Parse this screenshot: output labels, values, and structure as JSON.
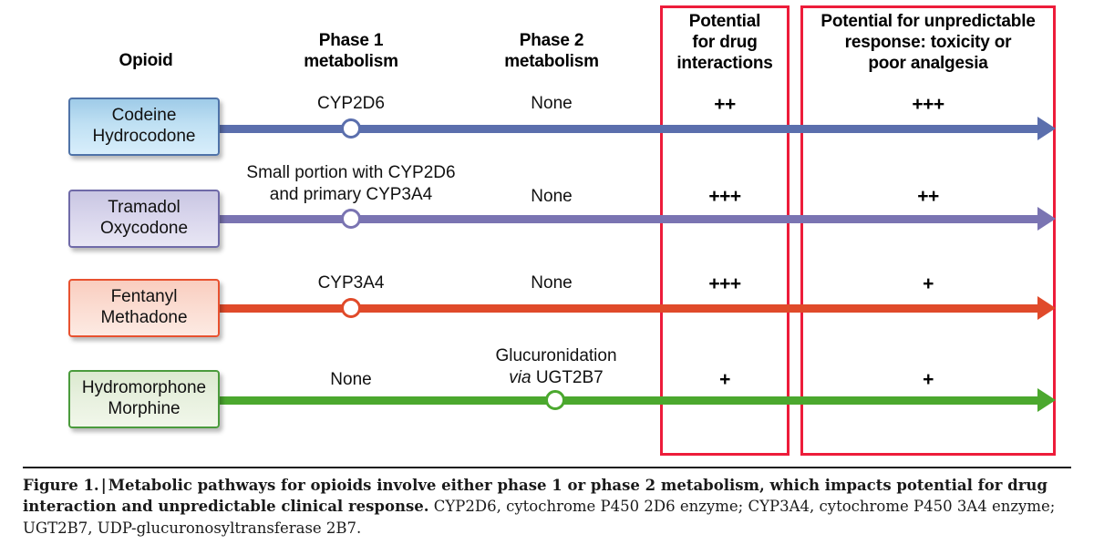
{
  "figure": {
    "columns": [
      {
        "id": "opioid",
        "lines": [
          "Opioid"
        ]
      },
      {
        "id": "phase1",
        "lines": [
          "Phase 1",
          "metabolism"
        ]
      },
      {
        "id": "phase2",
        "lines": [
          "Phase 2",
          "metabolism"
        ]
      },
      {
        "id": "drug_int",
        "lines": [
          "Potential",
          "for drug",
          "interactions"
        ],
        "boxed": true,
        "box_color": "#ed1c3a"
      },
      {
        "id": "unpredict",
        "lines": [
          "Potential for unpredictable",
          "response: toxicity or",
          "poor analgesia"
        ],
        "boxed": true,
        "box_color": "#ed1c3a"
      }
    ],
    "rows": [
      {
        "id": "codeine",
        "drugs": [
          "Codeine",
          "Hydrocodone"
        ],
        "color": "#5b6fad",
        "box_style": "blue",
        "phase1": [
          "CYP2D6"
        ],
        "phase2": [
          "None"
        ],
        "node_stage": "phase1",
        "drug_interactions": "++",
        "unpredictable_response": "+++"
      },
      {
        "id": "tramadol",
        "drugs": [
          "Tramadol",
          "Oxycodone"
        ],
        "color": "#7a74b2",
        "box_style": "purple",
        "phase1": [
          "Small portion with CYP2D6",
          "and primary CYP3A4"
        ],
        "phase2": [
          "None"
        ],
        "node_stage": "phase1",
        "drug_interactions": "+++",
        "unpredictable_response": "++"
      },
      {
        "id": "fentanyl",
        "drugs": [
          "Fentanyl",
          "Methadone"
        ],
        "color": "#e04a2a",
        "box_style": "red",
        "phase1": [
          "CYP3A4"
        ],
        "phase2": [
          "None"
        ],
        "node_stage": "phase1",
        "drug_interactions": "+++",
        "unpredictable_response": "+"
      },
      {
        "id": "hydromorphone",
        "drugs": [
          "Hydromorphone",
          "Morphine"
        ],
        "color": "#4ba82e",
        "box_style": "green",
        "phase1": [
          "None"
        ],
        "phase2": [
          "Glucuronidation",
          "via UGT2B7"
        ],
        "phase2_italic_prefix": "via",
        "node_stage": "phase2",
        "drug_interactions": "+",
        "unpredictable_response": "+"
      }
    ]
  },
  "caption": {
    "label": "Figure 1.",
    "separator": "|",
    "bold_text": "Metabolic pathways for opioids involve either phase 1 or phase 2 metabolism, which impacts potential for drug interaction and unpredictable clinical response.",
    "rest_text": " CYP2D6, cytochrome P450 2D6 enzyme; CYP3A4, cytochrome P450 3A4 enzyme; UGT2B7, UDP-glucuronosyltransferase 2B7."
  }
}
